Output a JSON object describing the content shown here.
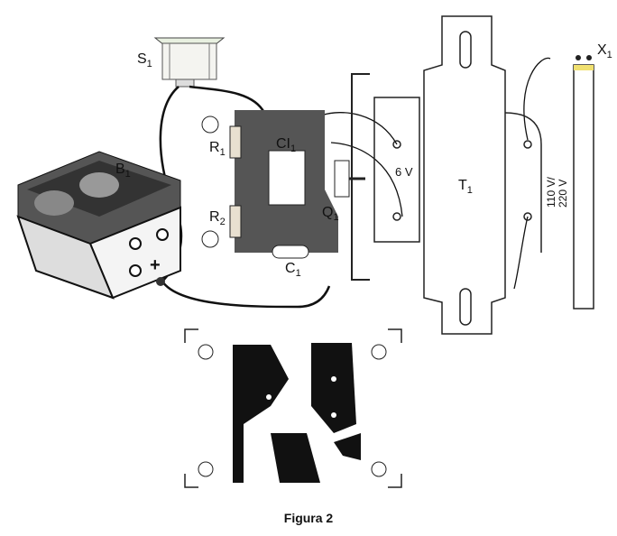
{
  "figure": {
    "caption": "Figura 2",
    "labels": {
      "switch": {
        "main": "S",
        "sub": "1"
      },
      "battery": {
        "main": "B",
        "sub": "1"
      },
      "resistor1": {
        "main": "R",
        "sub": "1"
      },
      "resistor2": {
        "main": "R",
        "sub": "2"
      },
      "ic": {
        "main": "CI",
        "sub": "1"
      },
      "transistor": {
        "main": "Q",
        "sub": "1"
      },
      "capacitor": {
        "main": "C",
        "sub": "1"
      },
      "transformer": {
        "main": "T",
        "sub": "1"
      },
      "lamp": {
        "main": "X",
        "sub": "1"
      },
      "low_voltage": "6 V",
      "high_voltage_1": "110 V/",
      "high_voltage_2": "220 V",
      "battery_plus": "+"
    }
  }
}
